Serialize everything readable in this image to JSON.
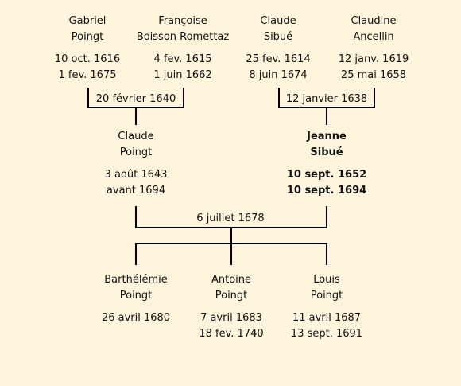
{
  "grandparents": [
    {
      "first": "Gabriel",
      "last": "Poingt",
      "birth": "10 oct. 1616",
      "death": "1 fev. 1675"
    },
    {
      "first": "Françoise",
      "last": "Boisson Romettaz",
      "birth": "4 fev. 1615",
      "death": "1 juin 1662"
    },
    {
      "first": "Claude",
      "last": "Sibué",
      "birth": "25 fev. 1614",
      "death": "8 juin 1674"
    },
    {
      "first": "Claudine",
      "last": "Ancellin",
      "birth": "12 janv. 1619",
      "death": "25 mai 1658"
    }
  ],
  "marriages": {
    "paternal": "20 février 1640",
    "maternal": "12 janvier 1638",
    "parents": "6 juillet 1678"
  },
  "parents": [
    {
      "first": "Claude",
      "last": "Poingt",
      "birth": "3 août 1643",
      "death": "avant 1694"
    },
    {
      "first": "Jeanne",
      "last": "Sibué",
      "birth": "10 sept. 1652",
      "death": "10 sept. 1694"
    }
  ],
  "children": [
    {
      "first": "Barthélémie",
      "last": "Poingt",
      "birth": "26 avril 1680",
      "death": ""
    },
    {
      "first": "Antoine",
      "last": "Poingt",
      "birth": "7 avril 1683",
      "death": "18 fev. 1740"
    },
    {
      "first": "Louis",
      "last": "Poingt",
      "birth": "11 avril 1687",
      "death": "13 sept. 1691"
    }
  ],
  "colors": {
    "background": "#fff5dc",
    "line": "#000000"
  }
}
